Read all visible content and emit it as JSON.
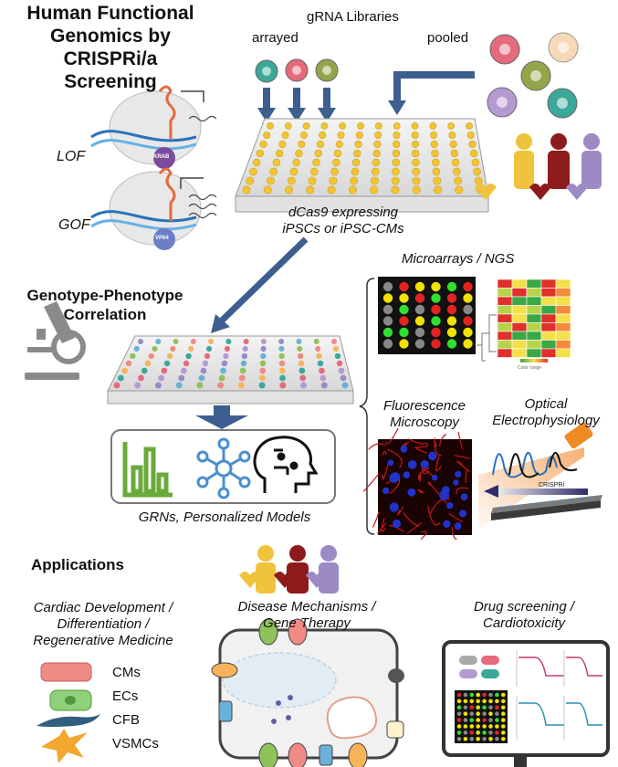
{
  "top": {
    "title_line1": "Human Functional",
    "title_line2": "Genomics by CRISPRi/a",
    "title_line3": "Screening",
    "grna_libraries": "gRNA Libraries",
    "arrayed": "arrayed",
    "pooled": "pooled",
    "lof": "LOF",
    "gof": "GOF",
    "krab": "KRAB",
    "vp64": "VP64",
    "plate_caption_line1": "dCas9 expressing",
    "plate_caption_line2": "iPSCs or iPSC-CMs"
  },
  "middle": {
    "heading_line1": "Genotype-Phenotype",
    "heading_line2": "Correlation",
    "microarrays": "Microarrays / NGS",
    "color_range": "Color range",
    "fluorescence_line1": "Fluorescence",
    "fluorescence_line2": "Microscopy",
    "optical_line1": "Optical",
    "optical_line2": "Electrophysiology",
    "crispri": "CRISPRi",
    "grn_caption": "GRNs, Personalized Models"
  },
  "bottom": {
    "applications": "Applications",
    "cardiac_line1": "Cardiac Development /",
    "cardiac_line2": "Differentiation /",
    "cardiac_line3": "Regenerative Medicine",
    "disease_line1": "Disease Mechanisms /",
    "disease_line2": "Gene Therapy",
    "drug_line1": "Drug screening /",
    "drug_line2": "Cardiotoxicity",
    "cell_types": [
      "CMs",
      "ECs",
      "CFB",
      "VSMCs"
    ]
  },
  "colors": {
    "arrow": "#3d5f8f",
    "plate_well_yellow": "#f2c530",
    "people": [
      "#f0c33c",
      "#8e1b1b",
      "#9b8ac4"
    ],
    "icon_green": "#6aaa3a",
    "icon_blue": "#4a8fd0"
  }
}
